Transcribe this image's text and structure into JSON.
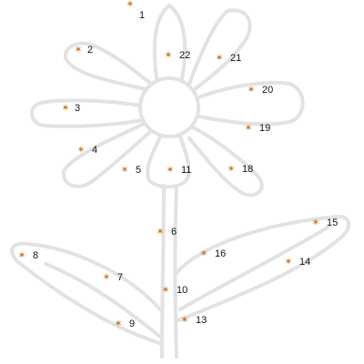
{
  "puzzle": {
    "dot_color": "#c87a1a",
    "outline_color": "#e2e2e2",
    "points": [
      {
        "label": "1"
      },
      {
        "label": "2"
      },
      {
        "label": "22"
      },
      {
        "label": "21"
      },
      {
        "label": "20"
      },
      {
        "label": "3"
      },
      {
        "label": "19"
      },
      {
        "label": "4"
      },
      {
        "label": "5"
      },
      {
        "label": "11"
      },
      {
        "label": "18"
      },
      {
        "label": "15"
      },
      {
        "label": "6"
      },
      {
        "label": "8"
      },
      {
        "label": "16"
      },
      {
        "label": "14"
      },
      {
        "label": "7"
      },
      {
        "label": "10"
      },
      {
        "label": "13"
      },
      {
        "label": "9"
      }
    ]
  }
}
